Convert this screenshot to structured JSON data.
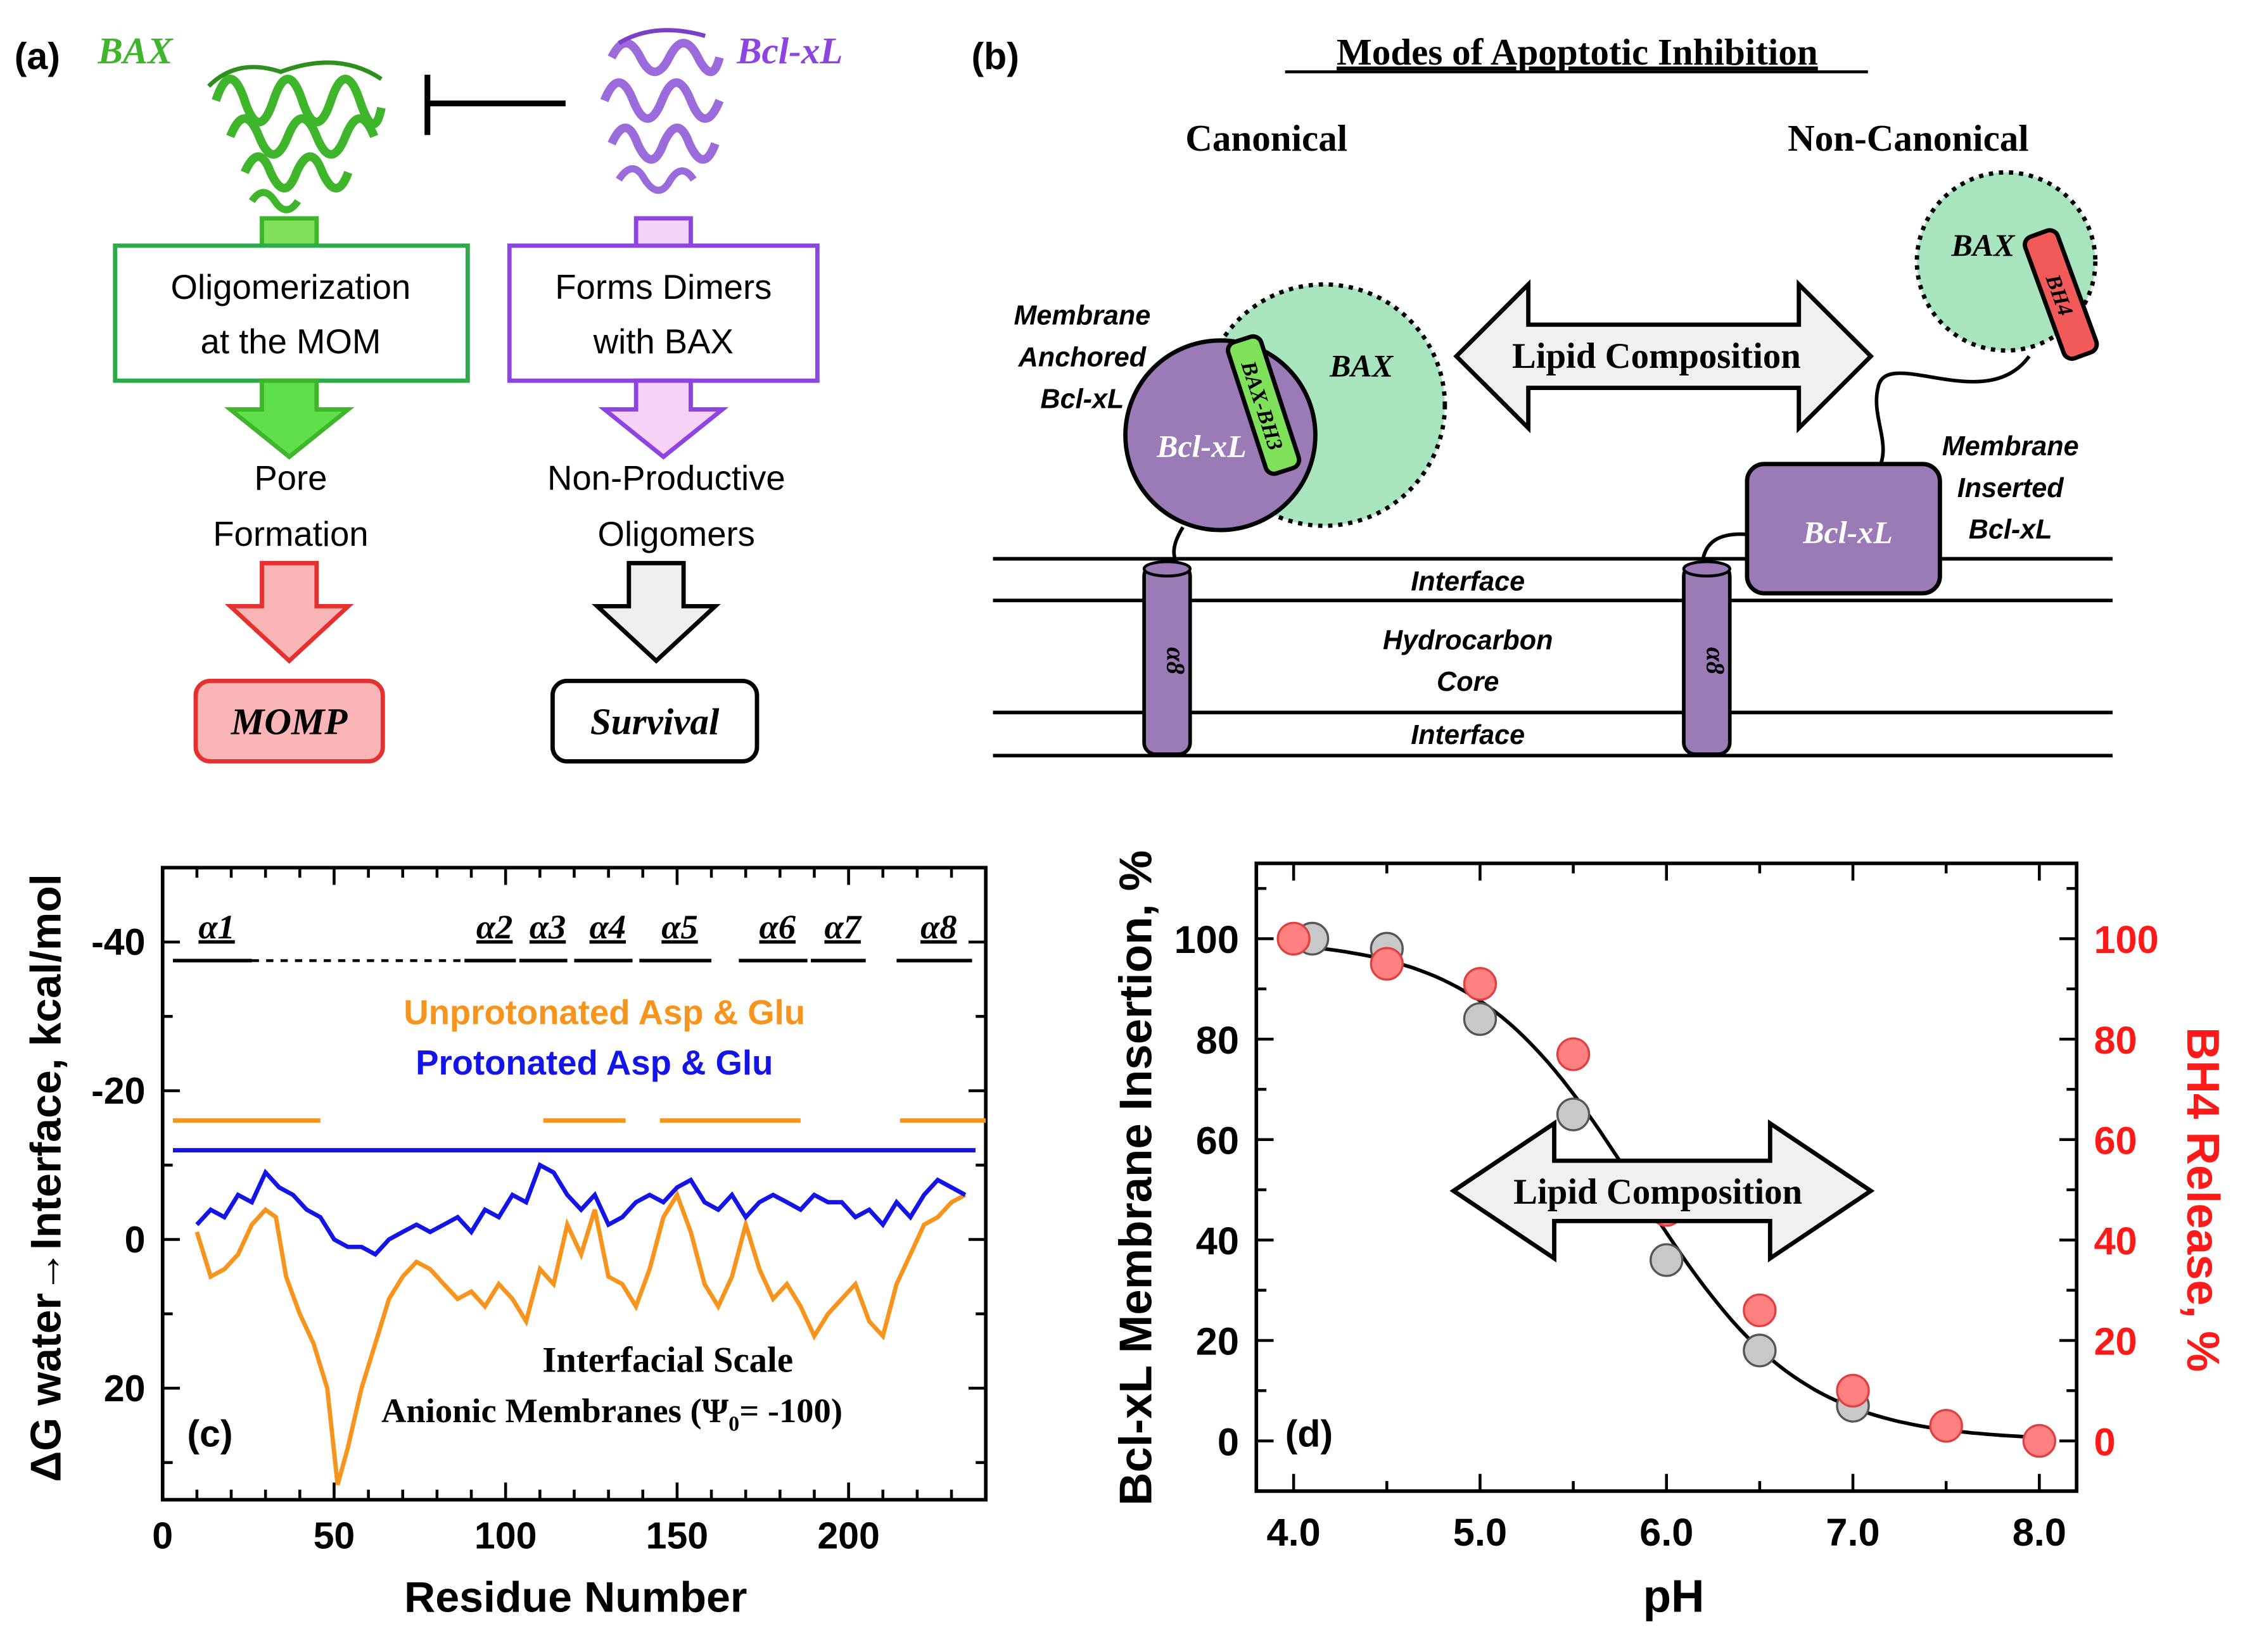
{
  "panel_a": {
    "label": "(a)",
    "bax_name": "BAX",
    "bclxl_name": "Bcl-xL",
    "left_box": [
      "Oligomerization",
      "at the MOM"
    ],
    "right_box": [
      "Forms Dimers",
      "with BAX"
    ],
    "left_mid": [
      "Pore",
      "Formation"
    ],
    "right_mid": [
      "Non-Productive",
      "Oligomers"
    ],
    "left_out": "MOMP",
    "right_out": "Survival",
    "colors": {
      "bax": "#3fb52b",
      "bclxl": "#8e44e0",
      "momp": "#e53030"
    }
  },
  "panel_b": {
    "label": "(b)",
    "title": "Modes of Apoptotic Inhibition",
    "canonical": "Canonical",
    "noncanonical": "Non-Canonical",
    "lipid_arrow": "Lipid  Composition",
    "membrane_anchored": [
      "Membrane",
      "Anchored",
      "Bcl-xL"
    ],
    "membrane_inserted": [
      "Membrane",
      "Inserted",
      "Bcl-xL"
    ],
    "bclxl": "Bcl-xL",
    "bax": "BAX",
    "bax_bh3": "BAX-BH3",
    "bh4": "BH4",
    "helix": "α8",
    "interface_top": "Interface",
    "core": [
      "Hydrocarbon",
      "Core"
    ],
    "interface_bottom": "Interface"
  },
  "panel_c": {
    "label": "(c)",
    "ylabel": "ΔG water→Interface, kcal/mol",
    "xlabel": "Residue Number",
    "helices": [
      "α1",
      "α2",
      "α3",
      "α4",
      "α5",
      "α6",
      "α7",
      "α8"
    ],
    "legend_unprot": "Unprotonated Asp & Glu",
    "legend_prot": "Protonated Asp & Glu",
    "note": [
      "Interfacial Scale",
      "Anionic  Membranes  (Ψ",
      "0",
      "= -100)"
    ],
    "colors": {
      "unprot": "#f7941d",
      "prot": "#1414e6"
    }
  },
  "panel_d": {
    "label": "(d)",
    "ylabel_left": "Bcl-xL Membrane Insertion, %",
    "ylabel_right": "BH4 Release, %",
    "xlabel": "pH",
    "arrow": "Lipid  Composition",
    "colors": {
      "right_axis": "#ff1a1a",
      "gray_points": "#c8c8c8",
      "red_points": "#ff8080"
    }
  },
  "chart_data": [
    {
      "type": "line",
      "panel": "c",
      "xlabel": "Residue Number",
      "ylabel": "ΔG water→Interface, kcal/mol",
      "xlim": [
        0,
        240
      ],
      "ylim": [
        35,
        -50
      ],
      "xticks": [
        0,
        50,
        100,
        150,
        200
      ],
      "yticks": [
        -40,
        -20,
        0,
        20
      ],
      "series": [
        {
          "name": "Unprotonated Asp & Glu",
          "color": "#f7941d",
          "x": [
            10,
            14,
            18,
            22,
            26,
            30,
            33,
            36,
            40,
            44,
            48,
            51,
            54,
            58,
            62,
            66,
            70,
            74,
            78,
            82,
            86,
            90,
            94,
            98,
            102,
            106,
            110,
            114,
            118,
            122,
            126,
            130,
            134,
            138,
            142,
            146,
            150,
            154,
            158,
            162,
            166,
            170,
            174,
            178,
            182,
            186,
            190,
            194,
            198,
            202,
            206,
            210,
            214,
            218,
            222,
            226,
            230,
            234
          ],
          "y": [
            -1,
            5,
            4,
            2,
            -2,
            -4,
            -3,
            5,
            10,
            14,
            20,
            33,
            28,
            20,
            14,
            8,
            5,
            3,
            4,
            6,
            8,
            7,
            9,
            6,
            8,
            11,
            4,
            6,
            -2,
            2,
            -4,
            5,
            6,
            9,
            4,
            -3,
            -6,
            -1,
            6,
            9,
            5,
            -2,
            4,
            8,
            6,
            9,
            13,
            10,
            8,
            6,
            11,
            13,
            6,
            2,
            -2,
            -3,
            -5,
            -6
          ]
        },
        {
          "name": "Protonated Asp & Glu",
          "color": "#1414e6",
          "x": [
            10,
            14,
            18,
            22,
            26,
            30,
            34,
            38,
            42,
            46,
            50,
            54,
            58,
            62,
            66,
            70,
            74,
            78,
            82,
            86,
            90,
            94,
            98,
            102,
            106,
            110,
            114,
            118,
            122,
            126,
            130,
            134,
            138,
            142,
            146,
            150,
            154,
            158,
            162,
            166,
            170,
            174,
            178,
            182,
            186,
            190,
            194,
            198,
            202,
            206,
            210,
            214,
            218,
            222,
            226,
            230,
            234
          ],
          "y": [
            -2,
            -4,
            -3,
            -6,
            -5,
            -9,
            -7,
            -6,
            -4,
            -3,
            0,
            1,
            1,
            2,
            0,
            -1,
            -2,
            -1,
            -2,
            -3,
            -1,
            -4,
            -3,
            -6,
            -5,
            -10,
            -9,
            -6,
            -4,
            -6,
            -2,
            -3,
            -5,
            -6,
            -5,
            -7,
            -8,
            -5,
            -4,
            -6,
            -3,
            -5,
            -6,
            -5,
            -4,
            -6,
            -5,
            -5,
            -3,
            -4,
            -2,
            -5,
            -3,
            -6,
            -8,
            -7,
            -6
          ]
        },
        {
          "name": "Unprotonated level",
          "color": "#f7941d",
          "segments": [
            [
              3,
              46
            ],
            [
              111,
              135
            ],
            [
              145,
              186
            ],
            [
              215,
              240
            ]
          ],
          "y": -16
        },
        {
          "name": "Protonated level",
          "color": "#1414e6",
          "x": [
            3,
            237
          ],
          "y": [
            -12,
            -12
          ]
        }
      ]
    },
    {
      "type": "scatter",
      "panel": "d",
      "xlabel": "pH",
      "ylabel": "Bcl-xL Membrane Insertion, %",
      "y2label": "BH4 Release, %",
      "xlim": [
        3.8,
        8.2
      ],
      "ylim": [
        -10,
        115
      ],
      "xticks": [
        4.0,
        5.0,
        6.0,
        7.0,
        8.0
      ],
      "yticks": [
        0,
        20,
        40,
        60,
        80,
        100
      ],
      "series": [
        {
          "name": "Bcl-xL Membrane Insertion",
          "color": "#c8c8c8",
          "x": [
            4.1,
            4.5,
            5.0,
            5.5,
            6.0,
            6.5,
            7.0
          ],
          "y": [
            100,
            98,
            84,
            65,
            36,
            18,
            7
          ]
        },
        {
          "name": "BH4 Release",
          "color": "#ff8080",
          "x": [
            4.0,
            4.5,
            5.0,
            5.5,
            6.0,
            6.5,
            7.0,
            7.5,
            8.0
          ],
          "y": [
            100,
            95,
            91,
            77,
            46,
            26,
            10,
            3,
            0
          ]
        },
        {
          "name": "fit",
          "type": "line",
          "color": "#000000",
          "pKa": 5.85,
          "n": 1.0,
          "top": 100
        }
      ]
    }
  ]
}
